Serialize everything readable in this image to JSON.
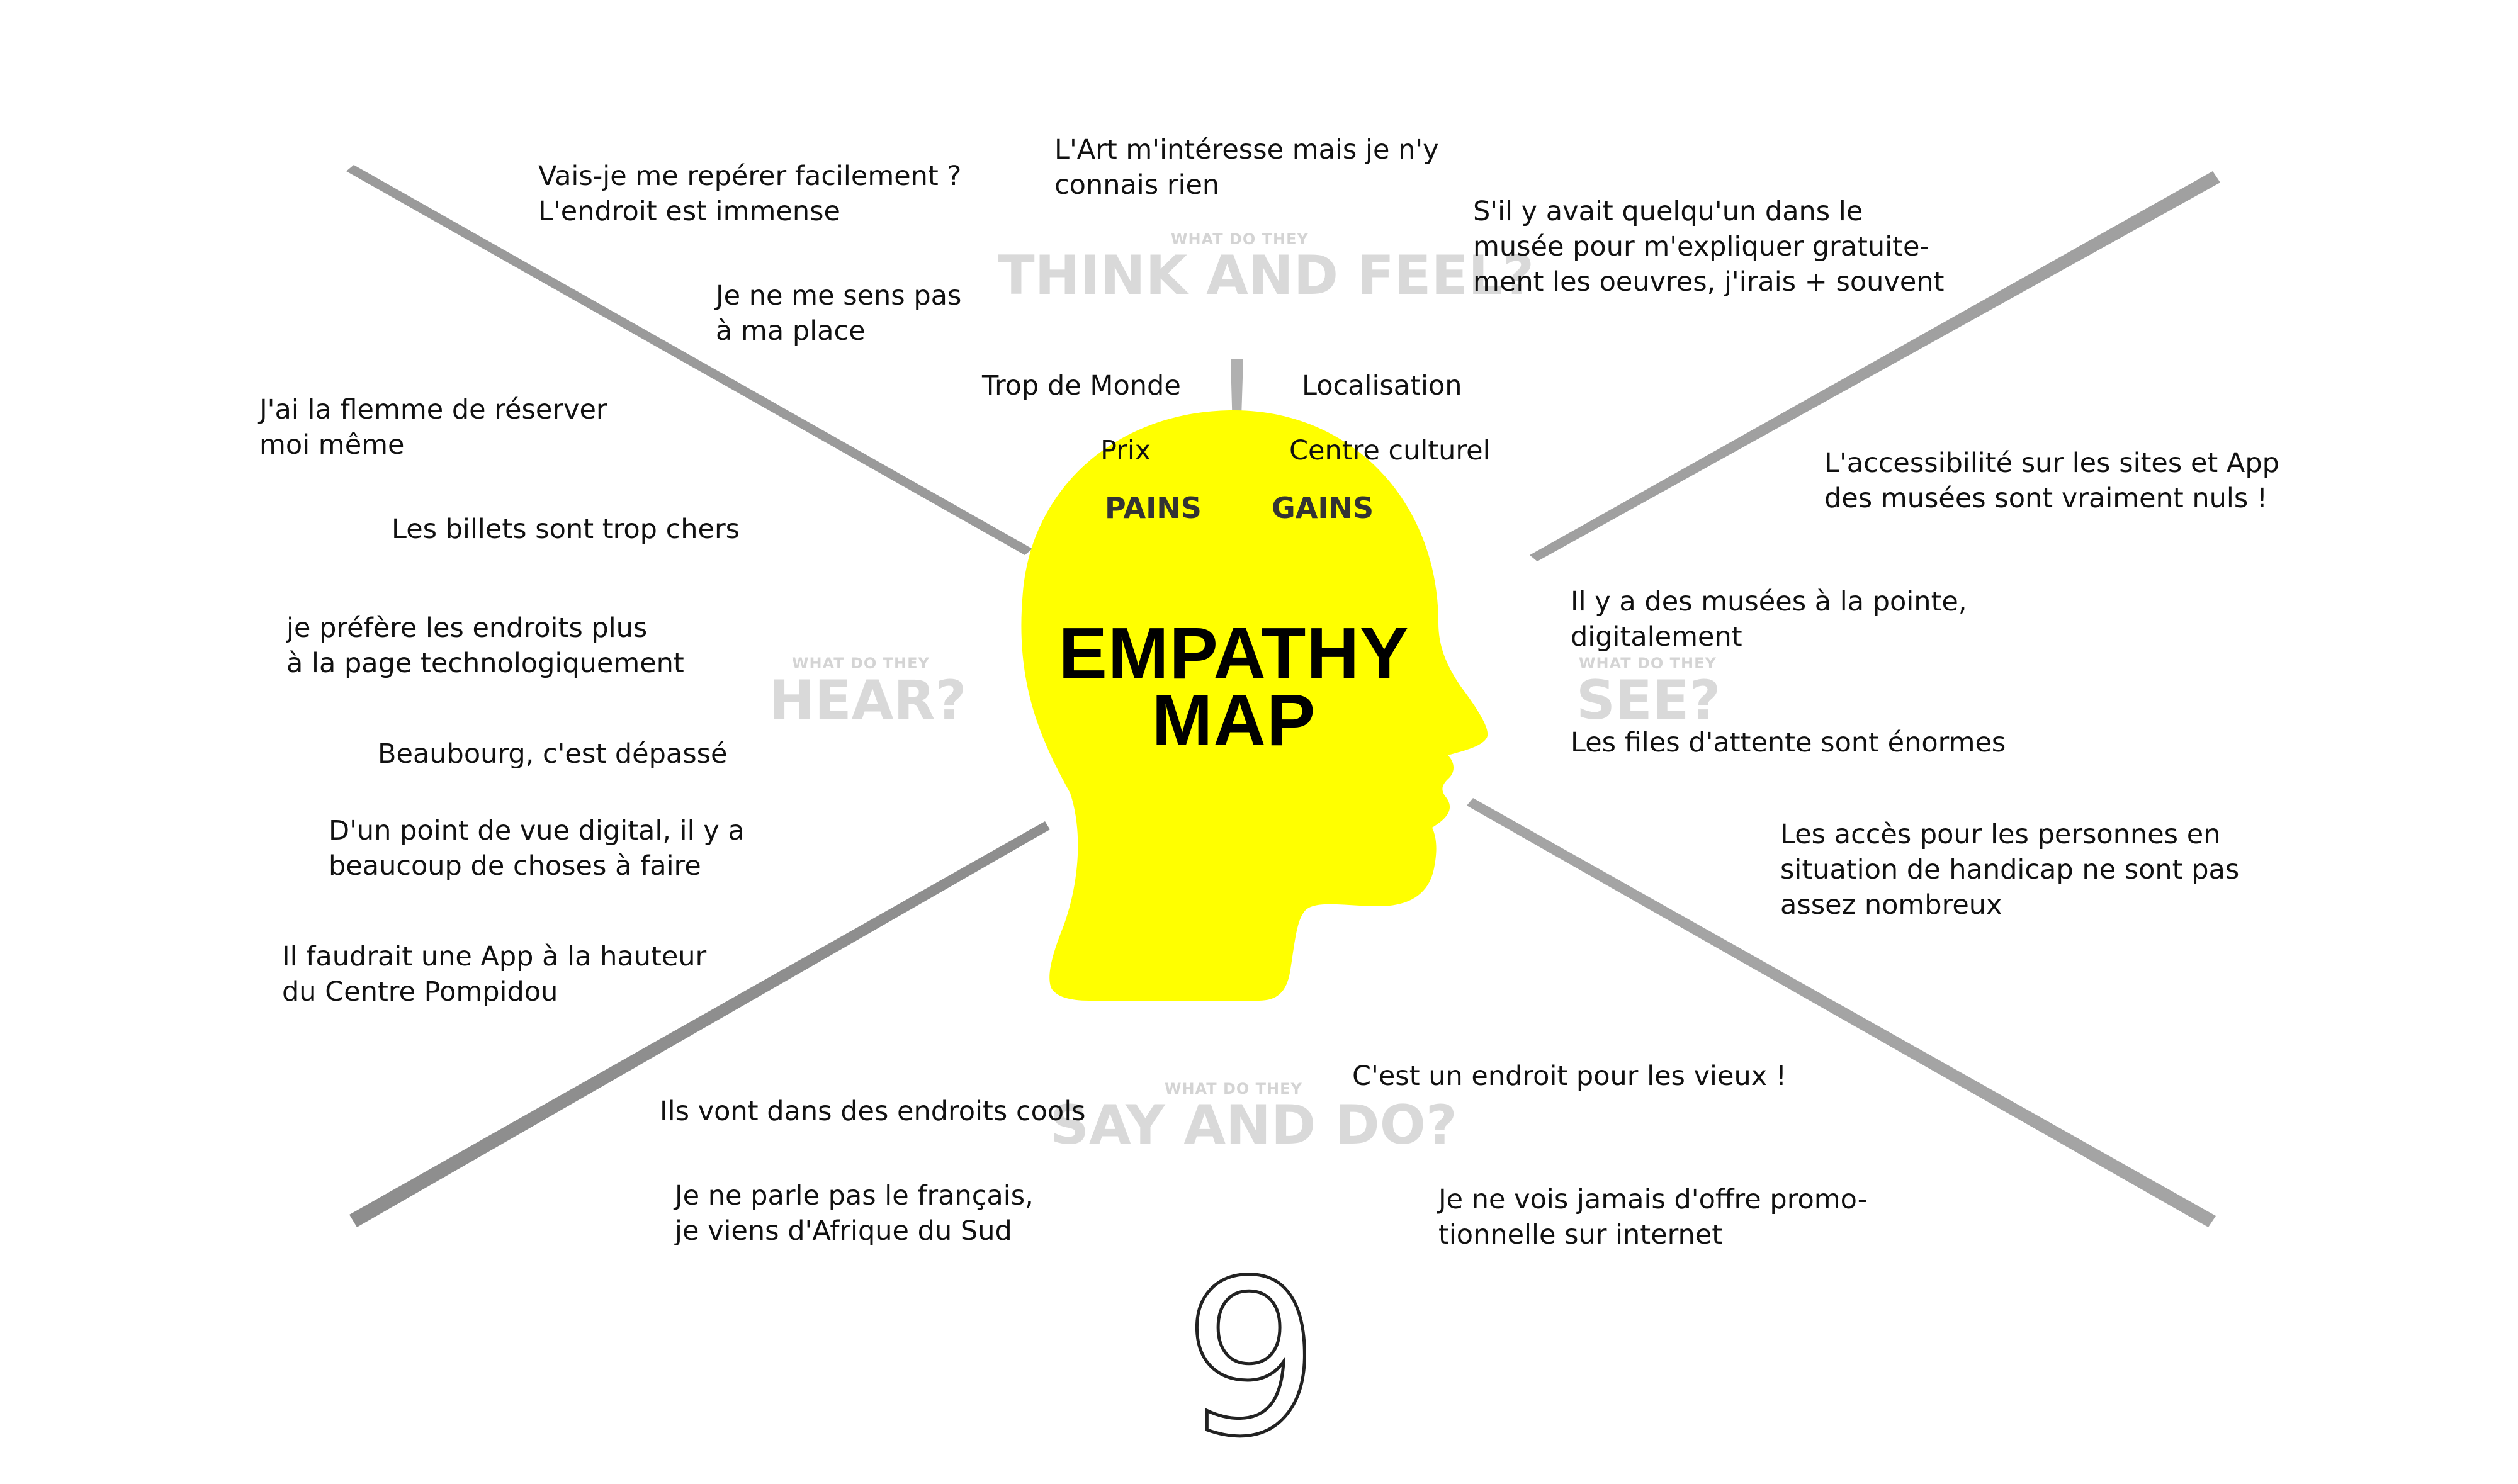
{
  "title": "EMPATHY\nMAP",
  "head_color": "#FFFF00",
  "quadrants": {
    "think": {
      "small": "WHAT DO THEY",
      "big": "THINK AND FEEL?"
    },
    "hear": {
      "small": "WHAT DO THEY",
      "big": "HEAR?"
    },
    "see": {
      "small": "WHAT DO THEY",
      "big": "SEE?"
    },
    "say": {
      "small": "WHAT DO THEY",
      "big": "SAY AND DO?"
    }
  },
  "pains": {
    "label": "PAINS",
    "items": [
      "Trop de Monde",
      "Prix"
    ]
  },
  "gains": {
    "label": "GAINS",
    "items": [
      "Localisation",
      "Centre culturel"
    ]
  },
  "think_notes": [
    "Vais-je me repérer facilement ?\nL'endroit est immense",
    "L'Art m'intéresse mais je n'y\nconnais rien",
    "Je ne me sens pas\nà ma place",
    "S'il y avait quelqu'un dans le\nmusée pour m'expliquer gratuite-\nment les oeuvres, j'irais + souvent"
  ],
  "hear_notes": [
    "J'ai la flemme de réserver\nmoi même",
    "Les billets sont trop chers",
    "je préfère les endroits plus\nà la page technologiquement",
    "Beaubourg, c'est dépassé",
    "D'un point de vue digital, il y a\nbeaucoup de choses à faire",
    "Il faudrait une App à la hauteur\ndu Centre Pompidou"
  ],
  "see_notes": [
    "L'accessibilité sur les sites et App\ndes musées sont vraiment nuls !",
    "Il y a des musées à la pointe,\ndigitalement",
    "Les files d'attente sont énormes",
    "Les accès pour les personnes en\nsituation de handicap ne sont pas\nassez nombreux"
  ],
  "say_notes": [
    "C'est un endroit pour les vieux !",
    "Ils vont dans des endroits cools",
    "Je ne parle pas le français,\nje viens d'Afrique du Sud",
    "Je ne vois jamais d'offre promo-\ntionnelle sur internet"
  ],
  "page_number": "9"
}
